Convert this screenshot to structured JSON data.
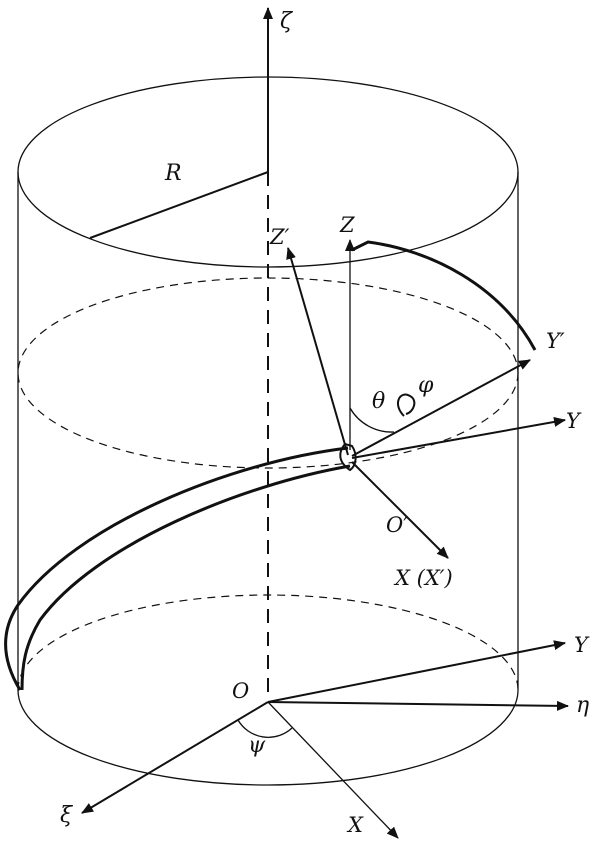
{
  "labels": {
    "zeta": "ζ",
    "eta": "η",
    "xi": "ξ",
    "radius": "R",
    "origin": "O",
    "origin_prime": "O′",
    "z": "Z",
    "z_prime": "Z′",
    "y_prime": "Y′",
    "y_moving": "Y",
    "y_fixed": "Y",
    "x_moving": "X (X′)",
    "x_fixed": "X",
    "theta": "θ",
    "phi": "φ",
    "psi": "ψ"
  }
}
